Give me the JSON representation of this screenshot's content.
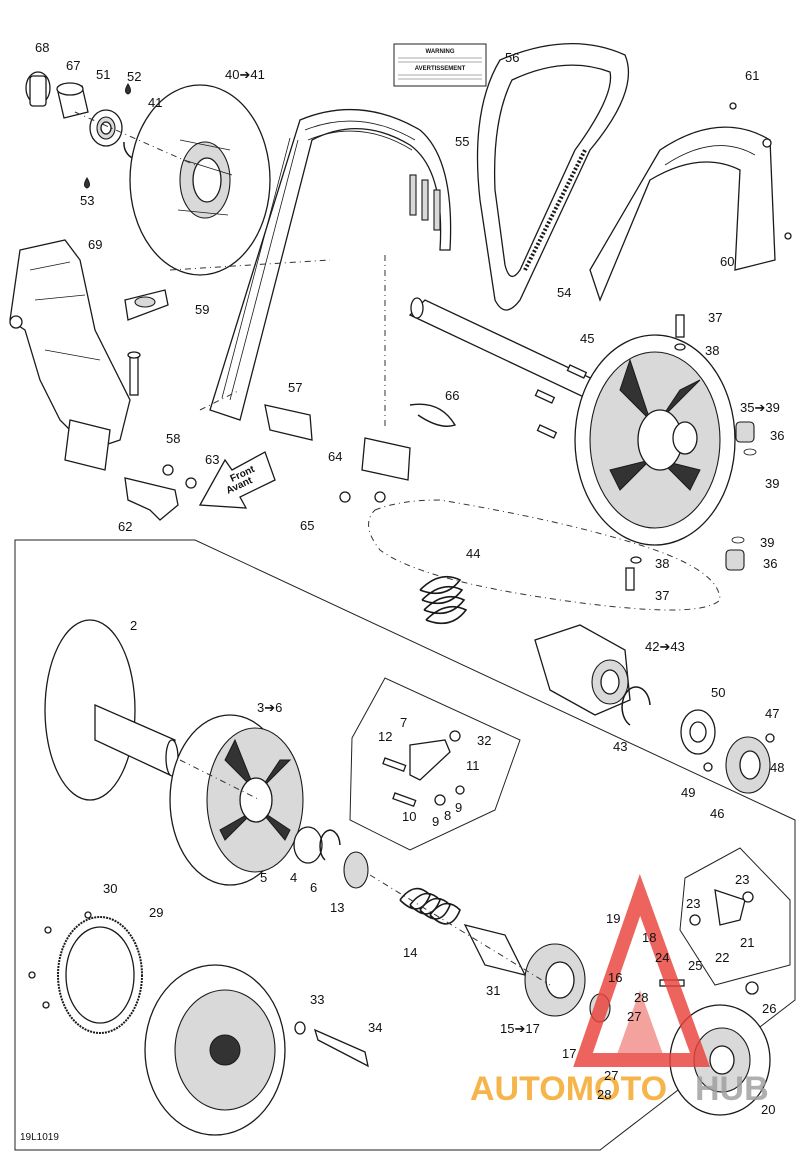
{
  "drawing_code": "19L1019",
  "front_label_en": "Front",
  "front_label_fr": "Avant",
  "warning_label": {
    "title_en": "WARNING",
    "title_fr": "AVERTISSEMENT"
  },
  "watermark": {
    "text_left": "AUTOMOTO",
    "text_right": "HUB",
    "color_orange": "#f5a623",
    "color_red": "#e8433a",
    "color_gray": "#9e9e9e"
  },
  "callouts": [
    {
      "id": "c68",
      "text": "68"
    },
    {
      "id": "c67",
      "text": "67"
    },
    {
      "id": "c51",
      "text": "51"
    },
    {
      "id": "c52",
      "text": "52"
    },
    {
      "id": "c41a",
      "text": "41"
    },
    {
      "id": "c53",
      "text": "53"
    },
    {
      "id": "c4041",
      "text": "40➔41"
    },
    {
      "id": "c56",
      "text": "56"
    },
    {
      "id": "c55",
      "text": "55"
    },
    {
      "id": "c61",
      "text": "61"
    },
    {
      "id": "c69",
      "text": "69"
    },
    {
      "id": "c59",
      "text": "59"
    },
    {
      "id": "c54",
      "text": "54"
    },
    {
      "id": "c60",
      "text": "60"
    },
    {
      "id": "c37a",
      "text": "37"
    },
    {
      "id": "c45",
      "text": "45"
    },
    {
      "id": "c38a",
      "text": "38"
    },
    {
      "id": "c57",
      "text": "57"
    },
    {
      "id": "c58",
      "text": "58"
    },
    {
      "id": "c66",
      "text": "66"
    },
    {
      "id": "c3539",
      "text": "35➔39"
    },
    {
      "id": "c36a",
      "text": "36"
    },
    {
      "id": "c39a",
      "text": "39"
    },
    {
      "id": "c64",
      "text": "64"
    },
    {
      "id": "c63",
      "text": "63"
    },
    {
      "id": "c62",
      "text": "62"
    },
    {
      "id": "c65",
      "text": "65"
    },
    {
      "id": "c39b",
      "text": "39"
    },
    {
      "id": "c36b",
      "text": "36"
    },
    {
      "id": "c38b",
      "text": "38"
    },
    {
      "id": "c37b",
      "text": "37"
    },
    {
      "id": "c44",
      "text": "44"
    },
    {
      "id": "c4243",
      "text": "42➔43"
    },
    {
      "id": "c2",
      "text": "2"
    },
    {
      "id": "c50",
      "text": "50"
    },
    {
      "id": "c47",
      "text": "47"
    },
    {
      "id": "c36",
      "text": "3➔6"
    },
    {
      "id": "c7",
      "text": "7"
    },
    {
      "id": "c12",
      "text": "12"
    },
    {
      "id": "c32",
      "text": "32"
    },
    {
      "id": "c43",
      "text": "43"
    },
    {
      "id": "c48",
      "text": "48"
    },
    {
      "id": "c11",
      "text": "11"
    },
    {
      "id": "c49",
      "text": "49"
    },
    {
      "id": "c10",
      "text": "10"
    },
    {
      "id": "c9a",
      "text": "9"
    },
    {
      "id": "c8",
      "text": "8"
    },
    {
      "id": "c9b",
      "text": "9"
    },
    {
      "id": "c46",
      "text": "46"
    },
    {
      "id": "c5",
      "text": "5"
    },
    {
      "id": "c4",
      "text": "4"
    },
    {
      "id": "c6",
      "text": "6"
    },
    {
      "id": "c13",
      "text": "13"
    },
    {
      "id": "c30",
      "text": "30"
    },
    {
      "id": "c29",
      "text": "29"
    },
    {
      "id": "c23a",
      "text": "23"
    },
    {
      "id": "c23b",
      "text": "23"
    },
    {
      "id": "c14",
      "text": "14"
    },
    {
      "id": "c19",
      "text": "19"
    },
    {
      "id": "c18",
      "text": "18"
    },
    {
      "id": "c21",
      "text": "21"
    },
    {
      "id": "c22",
      "text": "22"
    },
    {
      "id": "c24",
      "text": "24"
    },
    {
      "id": "c25",
      "text": "25"
    },
    {
      "id": "c31",
      "text": "31"
    },
    {
      "id": "c16",
      "text": "16"
    },
    {
      "id": "c28a",
      "text": "28"
    },
    {
      "id": "c26",
      "text": "26"
    },
    {
      "id": "c33",
      "text": "33"
    },
    {
      "id": "c1517",
      "text": "15➔17"
    },
    {
      "id": "c27a",
      "text": "27"
    },
    {
      "id": "c34",
      "text": "34"
    },
    {
      "id": "c17",
      "text": "17"
    },
    {
      "id": "c27b",
      "text": "27"
    },
    {
      "id": "c28b",
      "text": "28"
    },
    {
      "id": "c20",
      "text": "20"
    }
  ]
}
